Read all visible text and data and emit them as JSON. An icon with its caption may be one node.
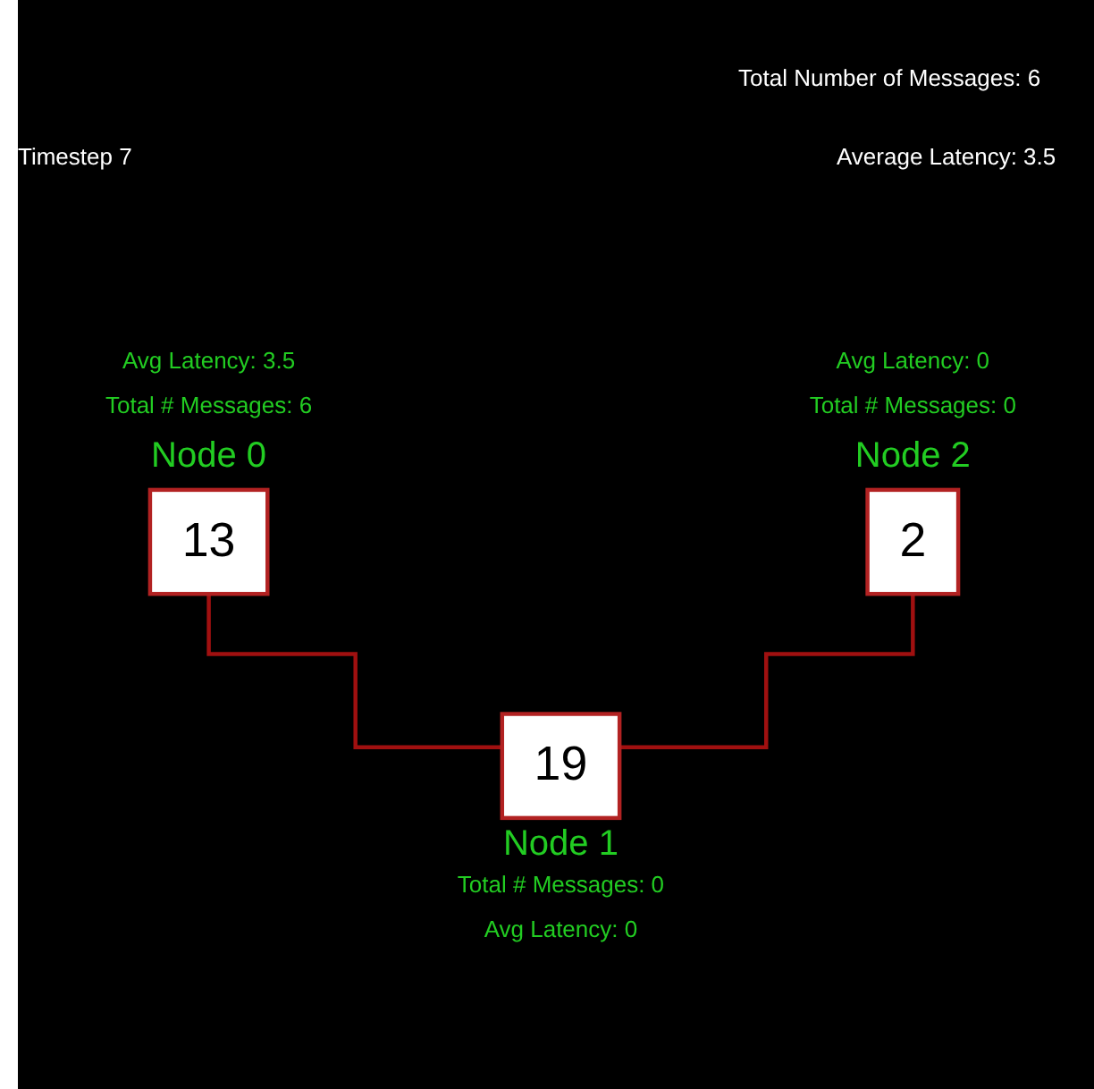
{
  "diagram": {
    "nodes": [
      {
        "text": [
          "Node 0",
          "13"
        ],
        "beside": [
          "Avg Latency: 3.5",
          "Total # Messages: 6"
        ]
      },
      {
        "text": [
          "19",
          "Node 1"
        ],
        "beside": [
          "Total # Messages: 0",
          "Avg Latency: 0"
        ]
      },
      {
        "text": [
          "Node 2",
          "2"
        ],
        "beside": [
          "Avg Latency: 0",
          "Total # Messages: 0"
        ]
      }
    ],
    "edges": [
      {
        "from": 0,
        "to": 1,
        "arrow": "none"
      },
      {
        "from": 2,
        "to": 1,
        "arrow": "none"
      }
    ],
    "labels": [
      "Total Number of Messages: 6",
      "Timestep 7",
      "Average Latency: 3.5"
    ]
  }
}
